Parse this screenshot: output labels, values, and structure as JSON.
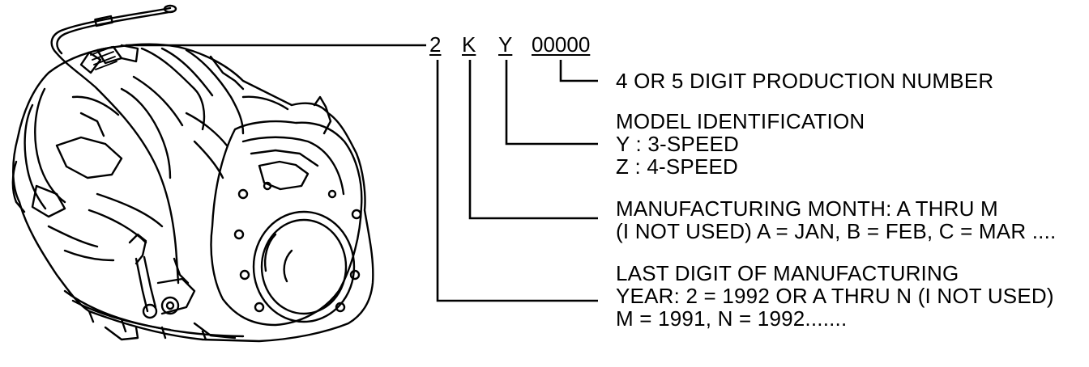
{
  "code": {
    "year_char": "2",
    "month_char": "K",
    "model_char": "Y",
    "production_digits": "00000"
  },
  "descriptions": {
    "production": {
      "line1": "4 OR 5 DIGIT PRODUCTION NUMBER"
    },
    "model": {
      "line1": "MODEL IDENTIFICATION",
      "line2": "Y : 3-SPEED",
      "line3": "Z : 4-SPEED"
    },
    "month": {
      "line1": "MANUFACTURING MONTH: A THRU M",
      "line2": "(I NOT USED) A = JAN, B = FEB, C = MAR ...."
    },
    "year": {
      "line1": "LAST DIGIT OF MANUFACTURING",
      "line2": "YEAR: 2 = 1992 OR A THRU N (I NOT USED)",
      "line3": "M = 1991, N = 1992......."
    }
  },
  "colors": {
    "ink": "#000000",
    "background": "#ffffff"
  },
  "illustration": "transaxle-line-drawing"
}
